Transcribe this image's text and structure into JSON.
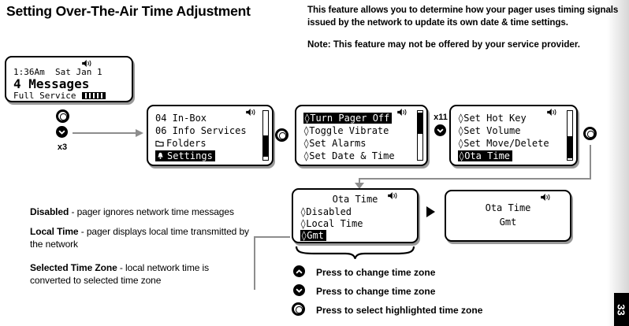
{
  "title": "Setting Over-The-Air Time Adjustment",
  "intro": "This feature allows you to determine how your pager uses timing signals issued by the network to update its own date & time settings.",
  "note": "Note: This feature may not be offered by your service provider.",
  "page_number": "33",
  "glyphs": {
    "diamond": "◊"
  },
  "counters": {
    "x3": "x3",
    "x11": "x11"
  },
  "screens": {
    "home": {
      "status": "1:36Am  Sat Jan 1",
      "messages": "4 Messages",
      "service": "Full Service"
    },
    "main_menu": {
      "items": [
        "04 In-Box",
        "06 Info Services",
        "Folders",
        "Settings"
      ],
      "highlighted": "Settings"
    },
    "settings_page1": {
      "items": [
        "Turn Pager Off",
        "Toggle Vibrate",
        "Set Alarms",
        "Set Date & Time"
      ],
      "highlighted": "Turn Pager Off"
    },
    "settings_page2": {
      "items": [
        "Set Hot Key",
        "Set Volume",
        "Set Move/Delete",
        "Ota Time"
      ],
      "highlighted": "Ota Time"
    },
    "ota_menu": {
      "title": "Ota Time",
      "items": [
        "Disabled",
        "Local Time",
        "Gmt"
      ],
      "highlighted": "Gmt"
    },
    "ota_confirm": {
      "title": "Ota Time",
      "value": "Gmt"
    }
  },
  "definitions": [
    {
      "term": "Disabled",
      "text": " - pager ignores network time messages"
    },
    {
      "term": "Local Time",
      "text": " - pager displays local time transmitted by the network"
    },
    {
      "term": "Selected Time Zone",
      "text": " - local network time is converted to selected time zone"
    }
  ],
  "legend": [
    {
      "icon": "up-button-icon",
      "text": "Press to change time zone"
    },
    {
      "icon": "down-button-icon",
      "text": "Press to change time zone"
    },
    {
      "icon": "select-button-icon",
      "text": "Press to select highlighted time zone"
    }
  ]
}
